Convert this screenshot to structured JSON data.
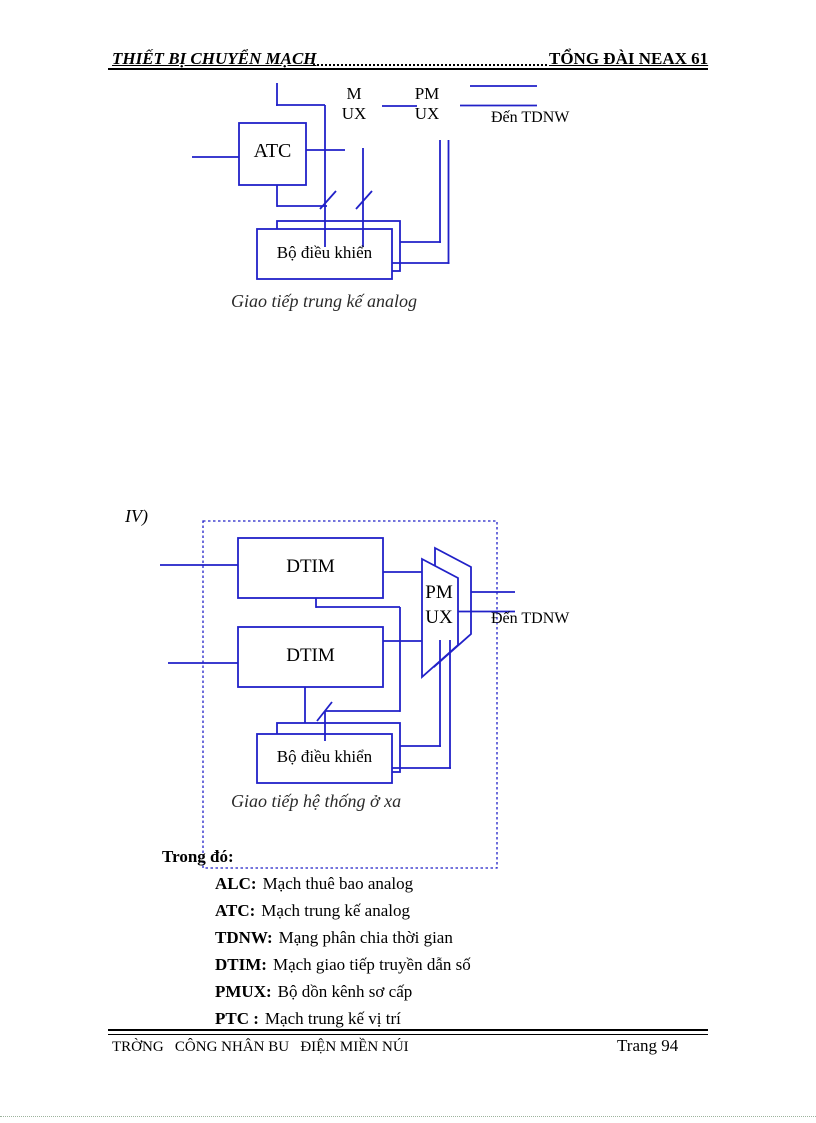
{
  "header": {
    "left": "THIẾT BỊ CHUYỂN MẠCH",
    "right": "TỔNG ĐÀI NEAX 61"
  },
  "diagram1": {
    "atc_label": "ATC",
    "mux_label_line1": "M",
    "mux_label_line2": "UX",
    "pmux_label_line1": "PM",
    "pmux_label_line2": "UX",
    "to_tdnw": "Đến TDNW",
    "controller_label": "Bộ điều khiển",
    "caption": "Giao tiếp trung kế analog"
  },
  "diagram2": {
    "section_label": "IV)",
    "dtim1_label": "DTIM",
    "dtim2_label": "DTIM",
    "pmux_label_line1": "PM",
    "pmux_label_line2": "UX",
    "to_tdnw": "Đến TDNW",
    "controller_label": "Bộ điều khiển",
    "caption": "Giao tiếp hệ thống ở xa"
  },
  "legend": {
    "title": "Trong đó:",
    "items": [
      {
        "term": "ALC:",
        "desc": "Mạch thuê bao analog"
      },
      {
        "term": "ATC:",
        "desc": "Mạch trung kế analog"
      },
      {
        "term": "TDNW:",
        "desc": "Mạng phân chia thời gian"
      },
      {
        "term": "DTIM:",
        "desc": "Mạch giao tiếp truyền dẫn số"
      },
      {
        "term": "PMUX:",
        "desc": "Bộ dồn kênh sơ cấp"
      },
      {
        "term": "PTC :",
        "desc": "Mạch trung kế vị trí"
      }
    ]
  },
  "footer": {
    "left": "TRỜNG   CÔNG NHÂN BU   ĐIỆN MIỀN NÚI",
    "right": "Trang 94"
  },
  "colors": {
    "diagram_blue": "#2121c8",
    "text_black": "#000000"
  }
}
